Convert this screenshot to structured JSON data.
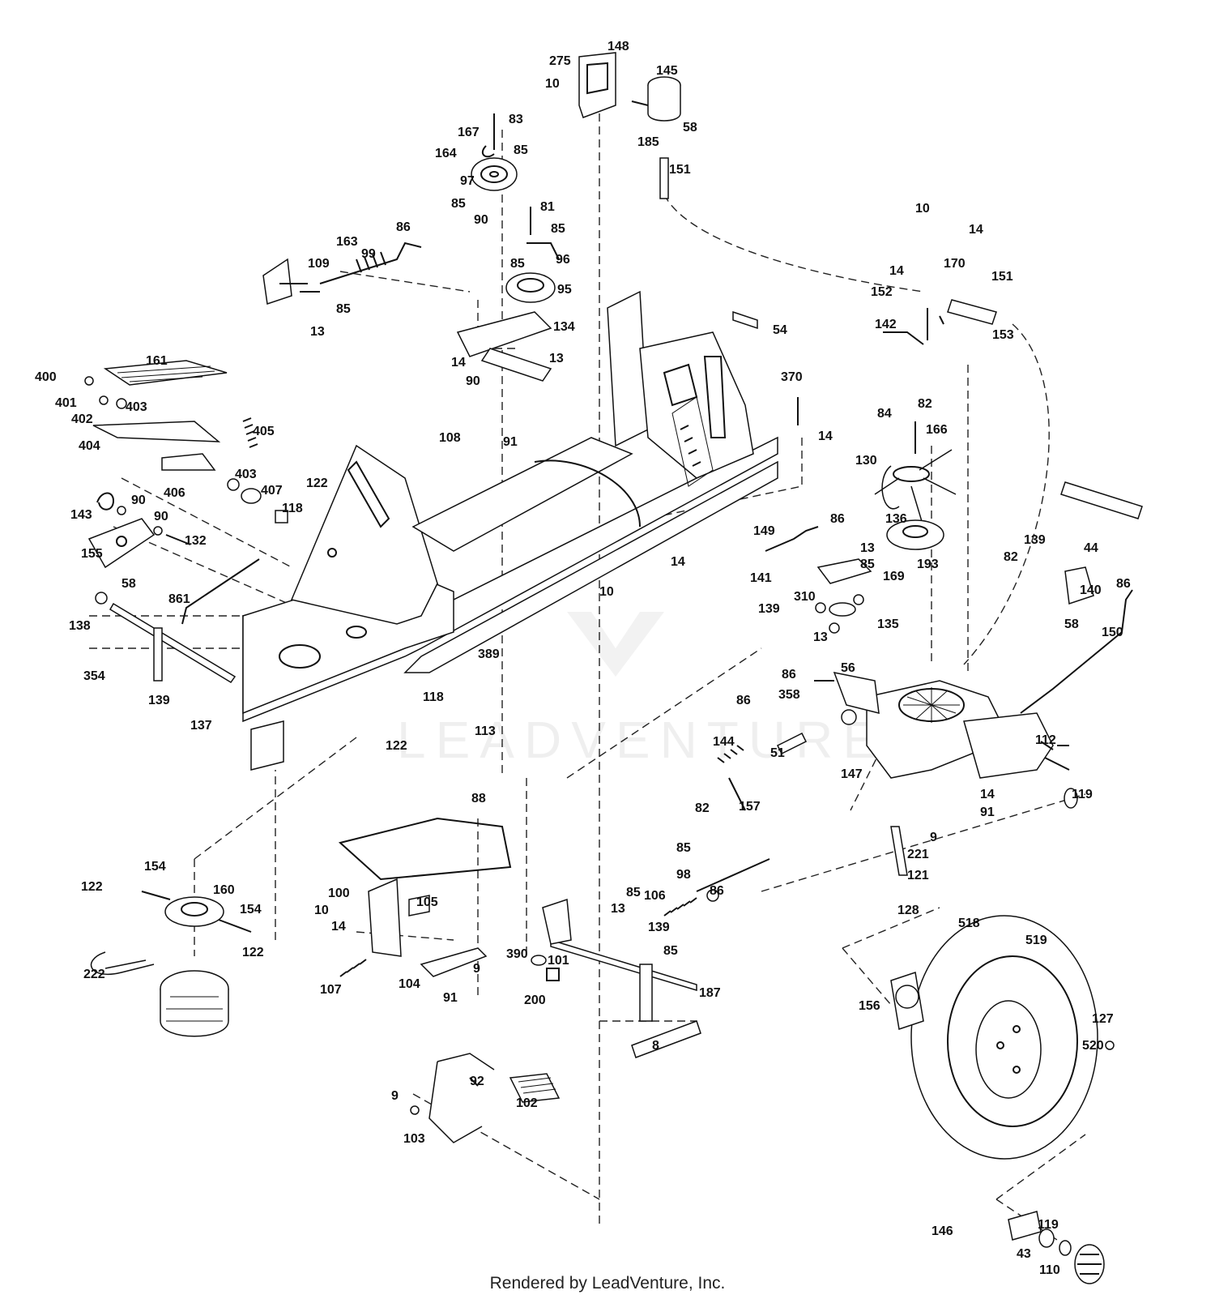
{
  "footer": "Rendered by LeadVenture, Inc.",
  "watermark": "LEADVENTURE",
  "callouts": [
    {
      "text": "275"
    },
    {
      "text": "148"
    },
    {
      "text": "10"
    },
    {
      "text": "145"
    },
    {
      "text": "58"
    },
    {
      "text": "185"
    },
    {
      "text": "151"
    },
    {
      "text": "83"
    },
    {
      "text": "167"
    },
    {
      "text": "85"
    },
    {
      "text": "164"
    },
    {
      "text": "97"
    },
    {
      "text": "85"
    },
    {
      "text": "90"
    },
    {
      "text": "81"
    },
    {
      "text": "85"
    },
    {
      "text": "96"
    },
    {
      "text": "85"
    },
    {
      "text": "95"
    },
    {
      "text": "86"
    },
    {
      "text": "163"
    },
    {
      "text": "99"
    },
    {
      "text": "109"
    },
    {
      "text": "85"
    },
    {
      "text": "13"
    },
    {
      "text": "134"
    },
    {
      "text": "14"
    },
    {
      "text": "13"
    },
    {
      "text": "90"
    },
    {
      "text": "10"
    },
    {
      "text": "14"
    },
    {
      "text": "170"
    },
    {
      "text": "14"
    },
    {
      "text": "151"
    },
    {
      "text": "152"
    },
    {
      "text": "142"
    },
    {
      "text": "153"
    },
    {
      "text": "54"
    },
    {
      "text": "161"
    },
    {
      "text": "400"
    },
    {
      "text": "401"
    },
    {
      "text": "402"
    },
    {
      "text": "403"
    },
    {
      "text": "404"
    },
    {
      "text": "405"
    },
    {
      "text": "108"
    },
    {
      "text": "370"
    },
    {
      "text": "14"
    },
    {
      "text": "82"
    },
    {
      "text": "84"
    },
    {
      "text": "166"
    },
    {
      "text": "91"
    },
    {
      "text": "130"
    },
    {
      "text": "406"
    },
    {
      "text": "403"
    },
    {
      "text": "407"
    },
    {
      "text": "122"
    },
    {
      "text": "118"
    },
    {
      "text": "143"
    },
    {
      "text": "90"
    },
    {
      "text": "90"
    },
    {
      "text": "155"
    },
    {
      "text": "132"
    },
    {
      "text": "86"
    },
    {
      "text": "136"
    },
    {
      "text": "149"
    },
    {
      "text": "14"
    },
    {
      "text": "10"
    },
    {
      "text": "13"
    },
    {
      "text": "85"
    },
    {
      "text": "193"
    },
    {
      "text": "141"
    },
    {
      "text": "169"
    },
    {
      "text": "139"
    },
    {
      "text": "310"
    },
    {
      "text": "135"
    },
    {
      "text": "13"
    },
    {
      "text": "139"
    },
    {
      "text": "82"
    },
    {
      "text": "44"
    },
    {
      "text": "140"
    },
    {
      "text": "86"
    },
    {
      "text": "58"
    },
    {
      "text": "150"
    },
    {
      "text": "58"
    },
    {
      "text": "138"
    },
    {
      "text": "861"
    },
    {
      "text": "354"
    },
    {
      "text": "139"
    },
    {
      "text": "137"
    },
    {
      "text": "118"
    },
    {
      "text": "389"
    },
    {
      "text": "113"
    },
    {
      "text": "122"
    },
    {
      "text": "86"
    },
    {
      "text": "358"
    },
    {
      "text": "56"
    },
    {
      "text": "86"
    },
    {
      "text": "144"
    },
    {
      "text": "51"
    },
    {
      "text": "147"
    },
    {
      "text": "112"
    },
    {
      "text": "82"
    },
    {
      "text": "157"
    },
    {
      "text": "14"
    },
    {
      "text": "91"
    },
    {
      "text": "119"
    },
    {
      "text": "88"
    },
    {
      "text": "9"
    },
    {
      "text": "221"
    },
    {
      "text": "121"
    },
    {
      "text": "122"
    },
    {
      "text": "154"
    },
    {
      "text": "160"
    },
    {
      "text": "154"
    },
    {
      "text": "122"
    },
    {
      "text": "222"
    },
    {
      "text": "100"
    },
    {
      "text": "105"
    },
    {
      "text": "10"
    },
    {
      "text": "14"
    },
    {
      "text": "107"
    },
    {
      "text": "104"
    },
    {
      "text": "91"
    },
    {
      "text": "9"
    },
    {
      "text": "85"
    },
    {
      "text": "98"
    },
    {
      "text": "86"
    },
    {
      "text": "85"
    },
    {
      "text": "106"
    },
    {
      "text": "13"
    },
    {
      "text": "390"
    },
    {
      "text": "101"
    },
    {
      "text": "200"
    },
    {
      "text": "139"
    },
    {
      "text": "85"
    },
    {
      "text": "187"
    },
    {
      "text": "8"
    },
    {
      "text": "128"
    },
    {
      "text": "518"
    },
    {
      "text": "519"
    },
    {
      "text": "156"
    },
    {
      "text": "127"
    },
    {
      "text": "520"
    },
    {
      "text": "92"
    },
    {
      "text": "9"
    },
    {
      "text": "102"
    },
    {
      "text": "103"
    },
    {
      "text": "146"
    },
    {
      "text": "119"
    },
    {
      "text": "43"
    },
    {
      "text": "110"
    }
  ]
}
